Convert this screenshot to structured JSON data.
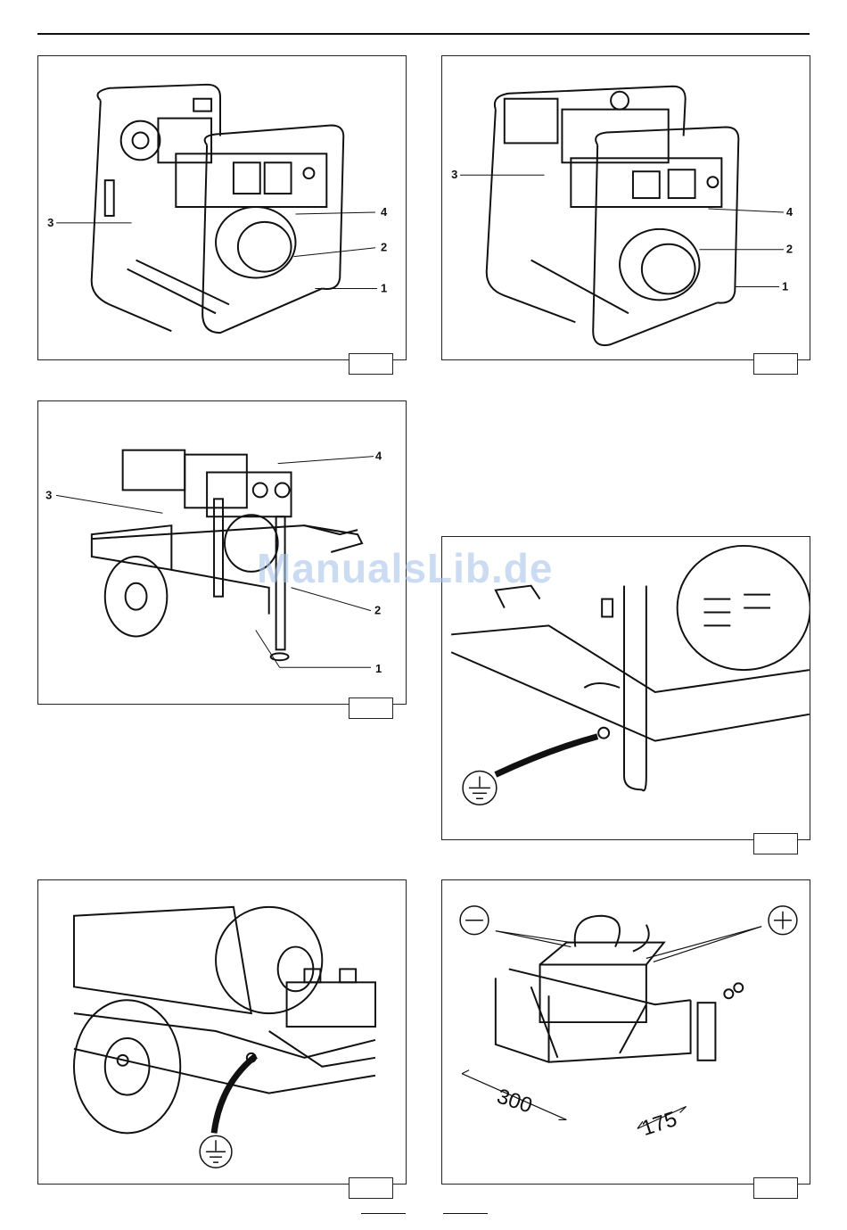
{
  "watermark": "ManualsLib.de",
  "figures": [
    {
      "id": "fig1",
      "callouts": [
        "1",
        "2",
        "3",
        "4"
      ]
    },
    {
      "id": "fig2",
      "callouts": [
        "1",
        "2",
        "3",
        "4"
      ]
    },
    {
      "id": "fig3",
      "callouts": [
        "1",
        "2",
        "3",
        "4"
      ]
    },
    {
      "id": "fig4",
      "symbols": [
        "ground-symbol"
      ]
    },
    {
      "id": "fig5",
      "symbols": [
        "ground-symbol"
      ]
    },
    {
      "id": "fig6",
      "dimensions": [
        "300",
        "175"
      ],
      "symbols": [
        "minus-symbol",
        "plus-symbol"
      ]
    }
  ]
}
